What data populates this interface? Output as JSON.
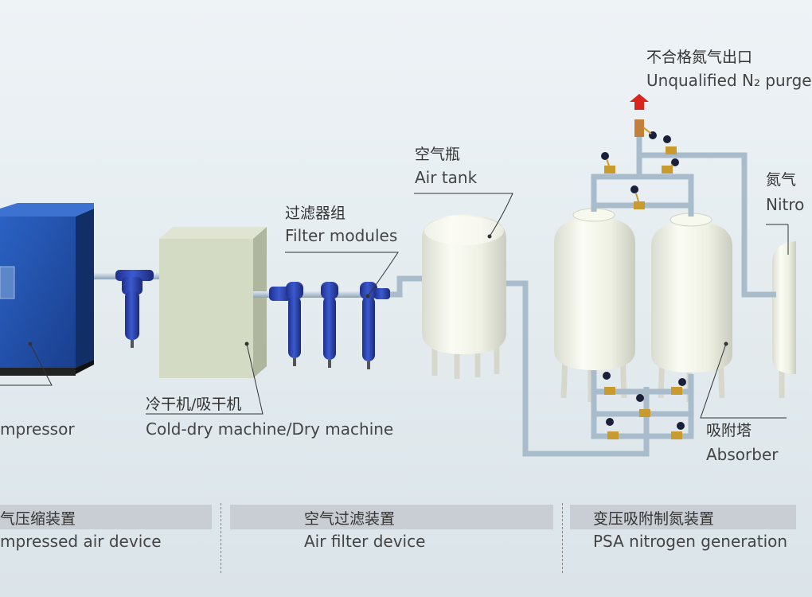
{
  "labels": {
    "unqualified_purge": {
      "cn": "不合格氮气出口",
      "en": "Unqualified N₂ purge"
    },
    "nitrogen": {
      "cn": "氮气",
      "en": "Nitro"
    },
    "air_tank": {
      "cn": "空气瓶",
      "en": "Air tank"
    },
    "filter_modules": {
      "cn": "过滤器组",
      "en": "Filter modules"
    },
    "dryer": {
      "cn": "冷干机/吸干机",
      "en": "Cold-dry machine/Dry machine"
    },
    "compressor": {
      "en": "mpressor"
    },
    "absorber": {
      "cn": "吸附塔",
      "en": "Absorber"
    }
  },
  "sections": [
    {
      "cn": "气压缩装置",
      "en": "mpressed air device"
    },
    {
      "cn": "空气过滤装置",
      "en": "Air filter device"
    },
    {
      "cn": "变压吸附制氮装置",
      "en": "PSA nitrogen generation"
    }
  ],
  "colors": {
    "compressor_blue": "#1f4fa3",
    "filter_blue": "#2b46b0",
    "pipe": "#a9bccb",
    "tank_white": "#f2f4e9",
    "valve_gold": "#c99a2e",
    "purge_arrow": "#d8261e"
  }
}
